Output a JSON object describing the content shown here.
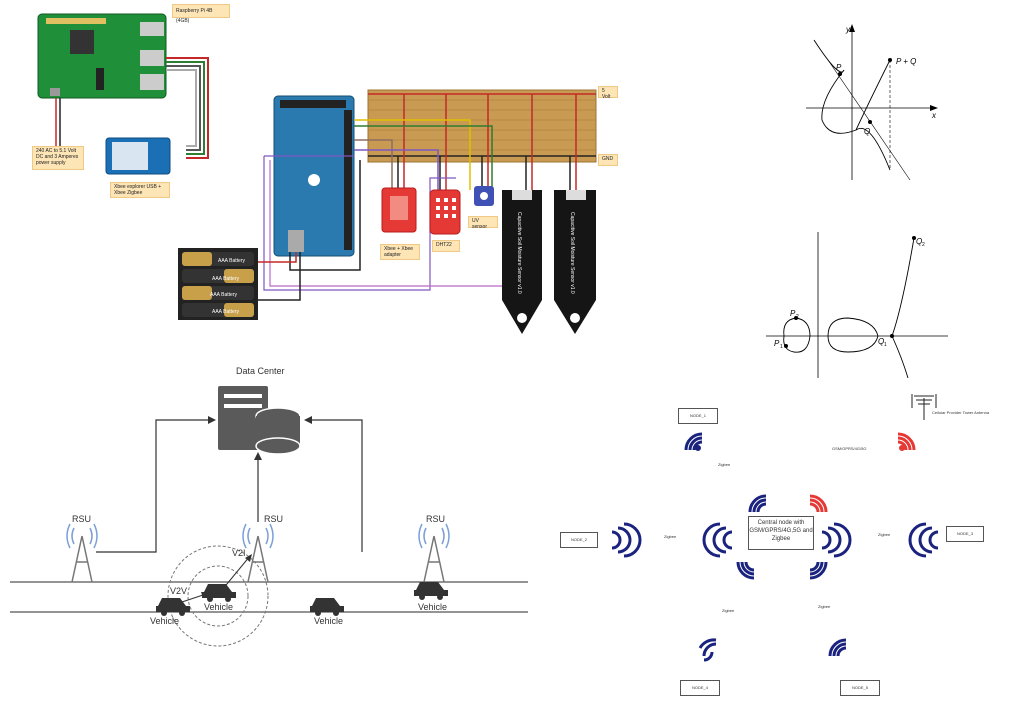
{
  "circuit": {
    "rpi_label": "Raspberry Pi 4B (4GB)",
    "power_label": "240 AC to 5.1 Volt DC and 3 Amperes power supply",
    "xbee_explorer_label": "Xbee explorer USB + Xbee Zigbee",
    "xbee_adapter_label": "Xbee + Xbee adapter",
    "dht_label": "DHT22",
    "uv_label": "UV sensor",
    "volt5_label": "5 Volt",
    "gnd_label": "GND",
    "battery_label": "AAA Battery",
    "moisture_label": "Capacitive Soil Moisture Sensor v1.0"
  },
  "curve1": {
    "y_label": "y",
    "x_label": "x",
    "p_label": "P",
    "q_label": "Q",
    "pq_label": "P + Q"
  },
  "curve2": {
    "q2_label": "Q",
    "q2_sub": "2",
    "p2_label": "P",
    "p2_sub": "2",
    "p1_label": "P",
    "p1_sub": "1",
    "q1_label": "Q",
    "q1_sub": "1"
  },
  "vanet": {
    "data_center": "Data Center",
    "rsu_left": "RSU",
    "rsu_mid": "RSU",
    "rsu_right": "RSU",
    "v2i": "V2I",
    "v2v": "V2V",
    "vehicles": [
      "Vehicle",
      "Vehicle",
      "Vehicle",
      "Vehicle"
    ]
  },
  "network": {
    "top_node": "NODE_1",
    "gateway_label": "GSM/GPRS/4G/5G",
    "antenna_label": "Cellular Provider Tower Antenna",
    "zigbee_labels": [
      "Zigbee",
      "Zigbee",
      "Zigbee",
      "Zigbee",
      "Zigbee"
    ],
    "central_node": "Central node with GSM/GPRS/4G,5G and Zigbee",
    "left_node": "NODE_2",
    "right_node": "NODE_3",
    "bottom_left_node": "NODE_4",
    "bottom_right_node": "NODE_5",
    "colors": {
      "wifi_blue": "#1a237e",
      "wifi_red": "#e53935"
    }
  }
}
